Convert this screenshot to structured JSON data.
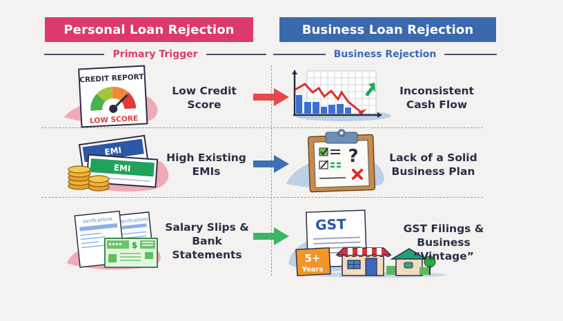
{
  "columns": {
    "left": {
      "title": "Personal Loan Rejection",
      "subtitle": "Primary Trigger",
      "accent": "#dc3a6a"
    },
    "right": {
      "title": "Business Loan Rejection",
      "subtitle": "Business Rejection",
      "accent": "#3c68ad"
    }
  },
  "rows": [
    {
      "personal": {
        "label": "Low Credit\nScore",
        "icon": "credit-report-gauge-icon",
        "icon_texts": {
          "header": "CREDIT REPORT",
          "footer": "LOW SCORE"
        }
      },
      "arrow_color": "#e5484d",
      "business": {
        "label": "Inconsistent\nCash Flow",
        "icon": "declining-chart-icon"
      }
    },
    {
      "personal": {
        "label": "High Existing\nEMIs",
        "icon": "emi-cards-coins-icon",
        "icon_texts": {
          "card1": "EMI",
          "card2": "EMI"
        }
      },
      "arrow_color": "#3c6fb5",
      "business": {
        "label": "Lack of a Solid\nBusiness Plan",
        "icon": "clipboard-checklist-icon",
        "icon_texts": {
          "mark": "?"
        }
      }
    },
    {
      "personal": {
        "label": "Salary Slips &\nBank Statements",
        "icon": "verification-documents-icon",
        "icon_texts": {
          "doc1": "Verifications",
          "doc2": "Verifications",
          "currency": "$"
        }
      },
      "arrow_color": "#3cb564",
      "business": {
        "label": "GST Filings &\nBusiness “Vintage”",
        "icon": "gst-shop-house-icon",
        "icon_texts": {
          "doc": "GST",
          "badge_top": "5+",
          "badge_bottom": "Years"
        }
      }
    }
  ]
}
